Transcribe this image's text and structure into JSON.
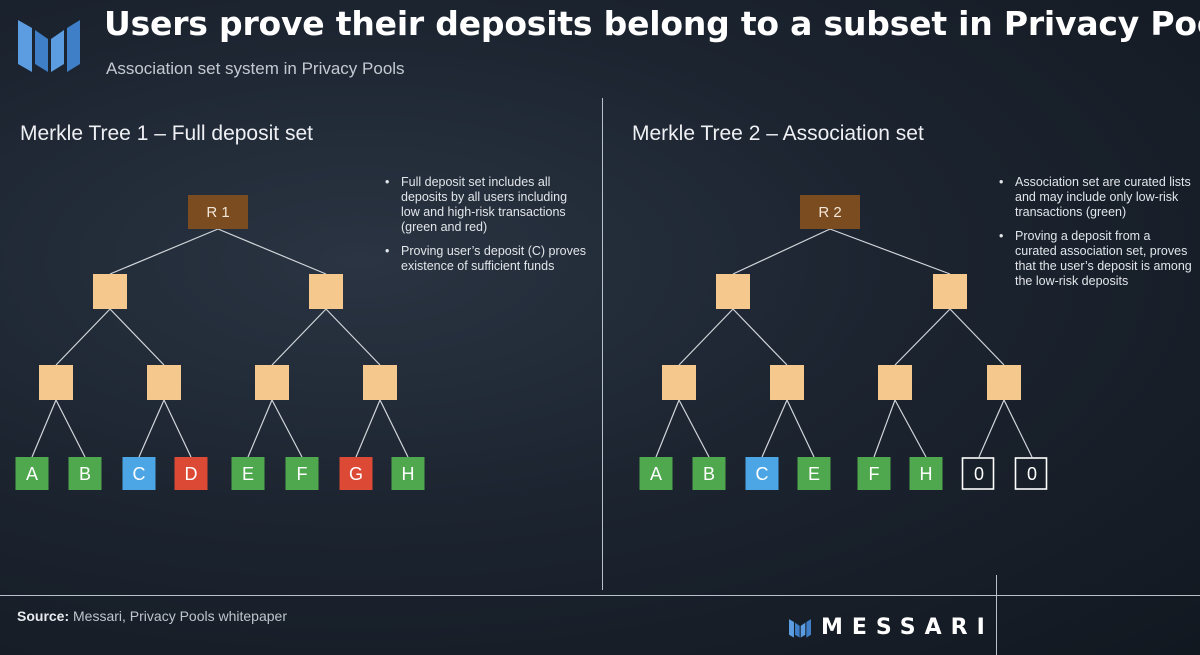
{
  "header": {
    "title": "Users prove their deposits belong to a subset in Privacy Pools",
    "subtitle": "Association set system in Privacy Pools"
  },
  "left": {
    "heading": "Merkle Tree 1 – Full deposit set",
    "notes": [
      "Full deposit set includes all deposits by all users including low and high-risk transactions (green and red)",
      "Proving user’s deposit (C) proves existence of sufficient funds"
    ],
    "tree": {
      "root": "R 1",
      "leaves": [
        {
          "label": "A",
          "status": "green"
        },
        {
          "label": "B",
          "status": "green"
        },
        {
          "label": "C",
          "status": "blue"
        },
        {
          "label": "D",
          "status": "red"
        },
        {
          "label": "E",
          "status": "green"
        },
        {
          "label": "F",
          "status": "green"
        },
        {
          "label": "G",
          "status": "red"
        },
        {
          "label": "H",
          "status": "green"
        }
      ]
    }
  },
  "right": {
    "heading": "Merkle Tree 2 – Association set",
    "notes": [
      "Association set are curated lists and may include only low-risk transactions (green)",
      "Proving a deposit from a curated association set, proves that the user’s deposit is among the low-risk deposits"
    ],
    "tree": {
      "root": "R 2",
      "leaves": [
        {
          "label": "A",
          "status": "green"
        },
        {
          "label": "B",
          "status": "green"
        },
        {
          "label": "C",
          "status": "blue"
        },
        {
          "label": "E",
          "status": "green"
        },
        {
          "label": "F",
          "status": "green"
        },
        {
          "label": "H",
          "status": "green"
        },
        {
          "label": "0",
          "status": "empty"
        },
        {
          "label": "0",
          "status": "empty"
        }
      ]
    }
  },
  "footer": {
    "source_label": "Source:",
    "source_text": "Messari, Privacy Pools whitepaper",
    "brand": "MESSARI"
  },
  "colors": {
    "green": "#4fa84d",
    "blue": "#4ca6e6",
    "red": "#dc4a35",
    "empty": "transparent",
    "internal_node": "#f5c88e",
    "root_node": "#7b4c1f",
    "connector": "#d2d6db",
    "logo_blue": "#4d8fd6"
  }
}
